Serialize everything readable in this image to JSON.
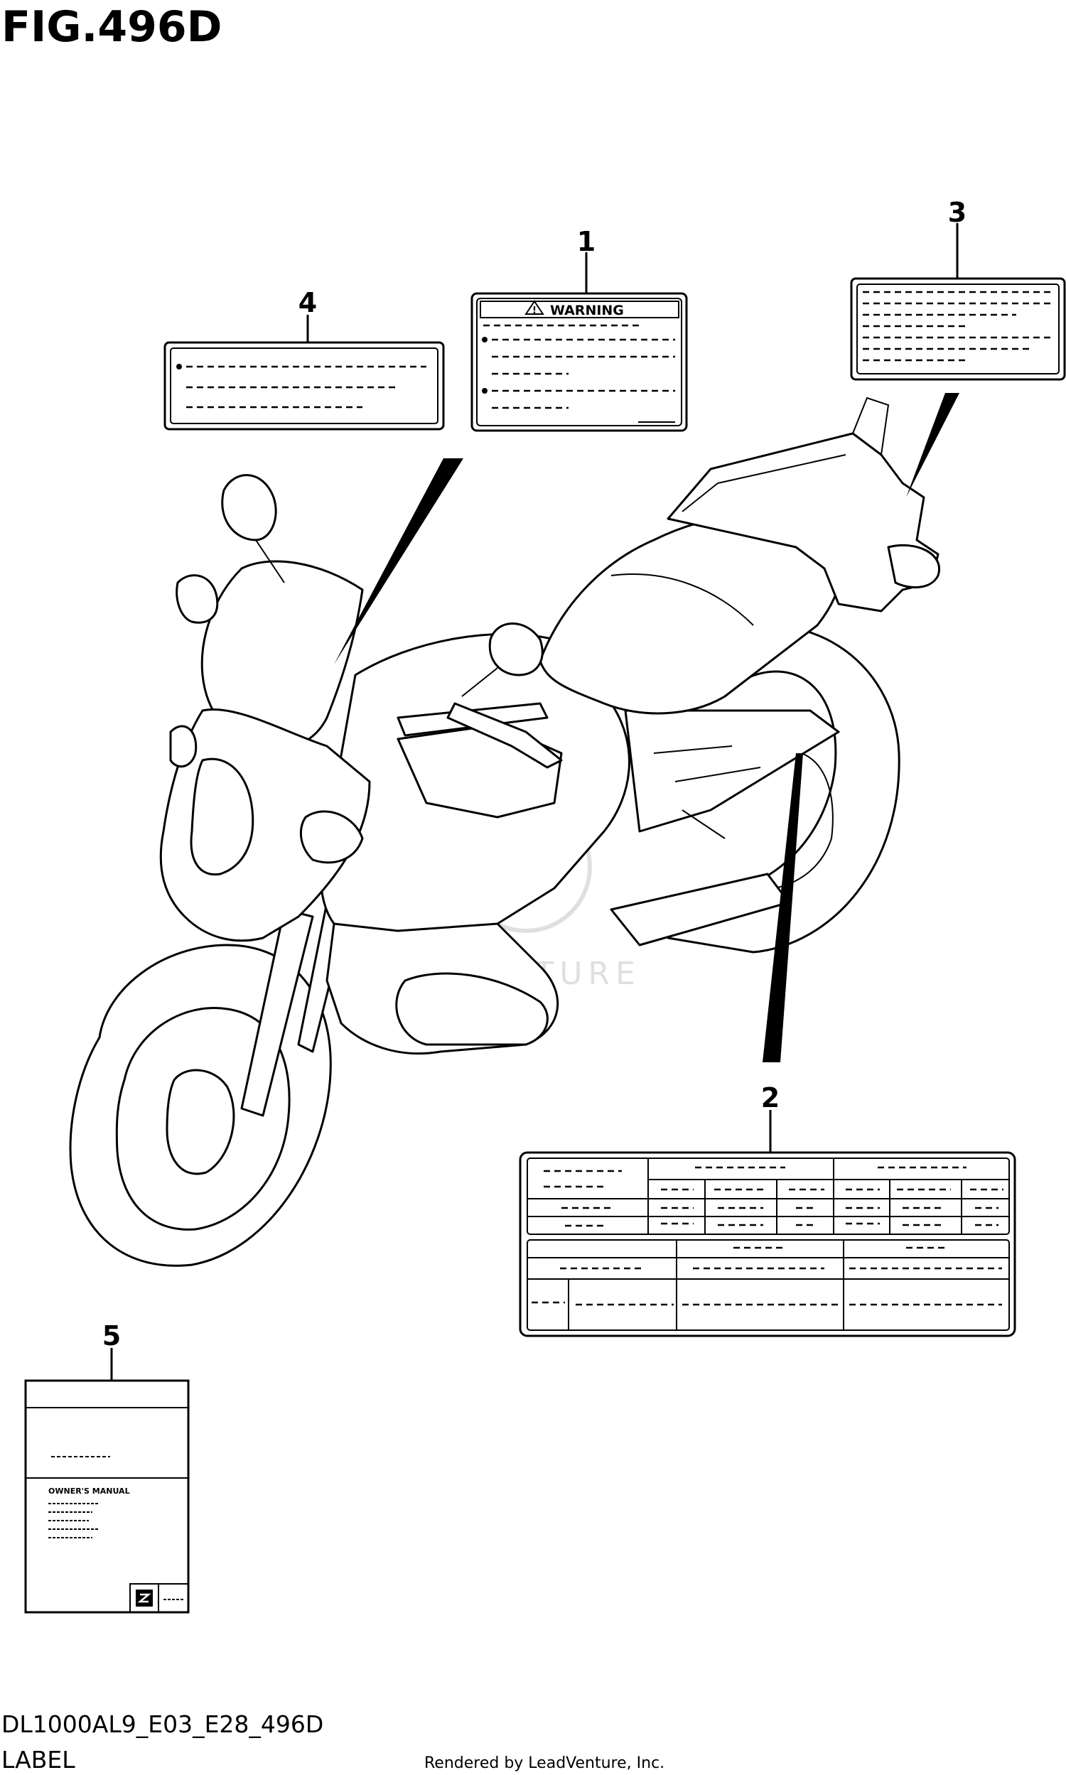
{
  "figure": {
    "title": "FIG.496D",
    "code": "DL1000AL9_E03_E28_496D",
    "caption": "LABEL",
    "credit": "Rendered by LeadVenture, Inc.",
    "watermark": "LEADVENTURE"
  },
  "callouts": [
    {
      "number": "1"
    },
    {
      "number": "2"
    },
    {
      "number": "3"
    },
    {
      "number": "4"
    },
    {
      "number": "5"
    }
  ],
  "label1": {
    "header": "WARNING",
    "icon": "warning-triangle-icon"
  },
  "label5": {
    "manual_text": "OWNER'S MANUAL",
    "icon": "brand-logo-icon"
  }
}
